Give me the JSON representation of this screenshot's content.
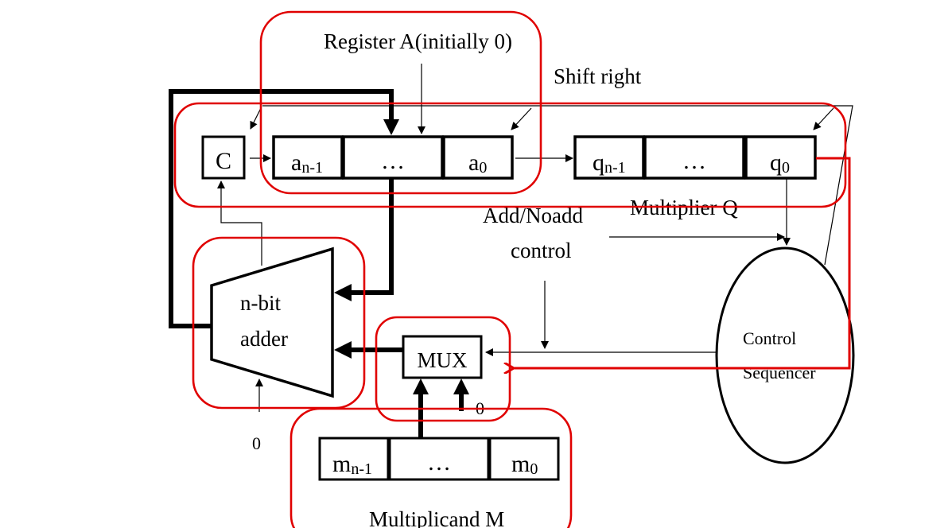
{
  "diagram": {
    "title": "Sequential multiplier hardware (shift-and-add)",
    "labels": {
      "register_a": "Register A(initially 0)",
      "shift_right": "Shift right",
      "multiplier_q": "Multiplier Q",
      "add_noadd_line1": "Add/Noadd",
      "add_noadd_line2": "control",
      "adder_line1": "n-bit",
      "adder_line2": "adder",
      "mux": "MUX",
      "mux_zero_input": "0",
      "adder_carry_in": "0",
      "multiplicand_m": "Multiplicand M",
      "control_line1": "Control",
      "control_line2": "Sequencer"
    },
    "carry": {
      "text": "C"
    },
    "register_a_cells": [
      {
        "base": "a",
        "sub": "n-1"
      },
      {
        "base": "…",
        "sub": ""
      },
      {
        "base": "a",
        "sub": "0"
      }
    ],
    "register_q_cells": [
      {
        "base": "q",
        "sub": "n-1"
      },
      {
        "base": "…",
        "sub": ""
      },
      {
        "base": "q",
        "sub": "0"
      }
    ],
    "register_m_cells": [
      {
        "base": "m",
        "sub": "n-1"
      },
      {
        "base": "…",
        "sub": ""
      },
      {
        "base": "m",
        "sub": "0"
      }
    ],
    "colors": {
      "highlight": "#e00000",
      "stroke": "#000000",
      "background": "#ffffff"
    }
  }
}
